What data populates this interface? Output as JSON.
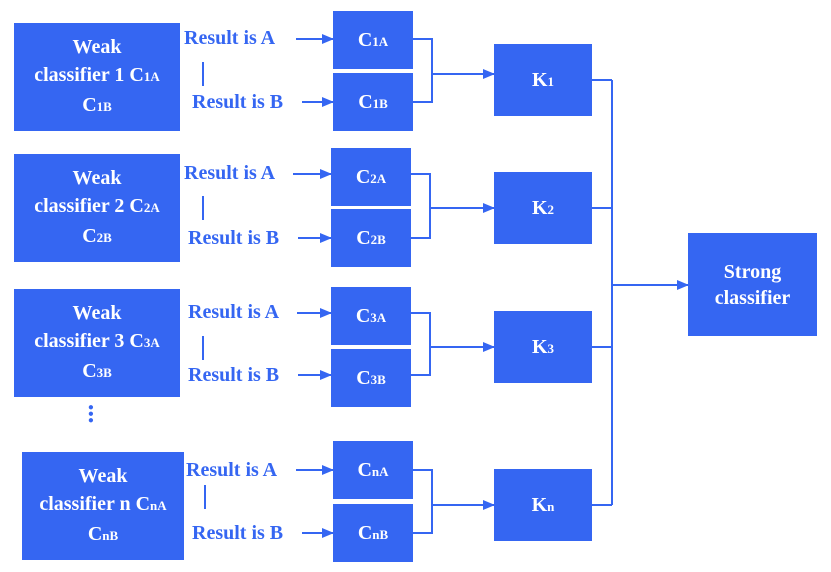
{
  "diagram": {
    "colors": {
      "box": "#3566f2",
      "line": "#3566f2",
      "text_on_box": "#ffffff"
    },
    "rows": [
      {
        "weak": {
          "line1": "Weak",
          "line2_text": "classifier 1 C",
          "line2_sub": "1A",
          "line3_text": "C",
          "line3_sub": "1B"
        },
        "result_a": "Result is A",
        "result_b": "Result is B",
        "ca": {
          "text": "C",
          "sub": "1A"
        },
        "cb": {
          "text": "C",
          "sub": "1B"
        },
        "k": {
          "text": "K",
          "sub": "1"
        }
      },
      {
        "weak": {
          "line1": "Weak",
          "line2_text": "classifier 2 C",
          "line2_sub": "2A",
          "line3_text": "C",
          "line3_sub": "2B"
        },
        "result_a": "Result is A",
        "result_b": "Result is B",
        "ca": {
          "text": "C",
          "sub": "2A"
        },
        "cb": {
          "text": "C",
          "sub": "2B"
        },
        "k": {
          "text": "K",
          "sub": "2"
        }
      },
      {
        "weak": {
          "line1": "Weak",
          "line2_text": "classifier 3 C",
          "line2_sub": "3A",
          "line3_text": "C",
          "line3_sub": "3B"
        },
        "result_a": "Result is A",
        "result_b": "Result is B",
        "ca": {
          "text": "C",
          "sub": "3A"
        },
        "cb": {
          "text": "C",
          "sub": "3B"
        },
        "k": {
          "text": "K",
          "sub": "3"
        }
      },
      {
        "weak": {
          "line1": "Weak",
          "line2_text": "classifier n C",
          "line2_sub": "nA",
          "line3_text": "C",
          "line3_sub": "nB"
        },
        "result_a": "Result is A",
        "result_b": "Result is B",
        "ca": {
          "text": "C",
          "sub": "nA"
        },
        "cb": {
          "text": "C",
          "sub": "nB"
        },
        "k": {
          "text": "K",
          "sub": "n"
        }
      }
    ],
    "ellipsis": "...",
    "strong": {
      "line1": "Strong",
      "line2": "classifier"
    }
  }
}
